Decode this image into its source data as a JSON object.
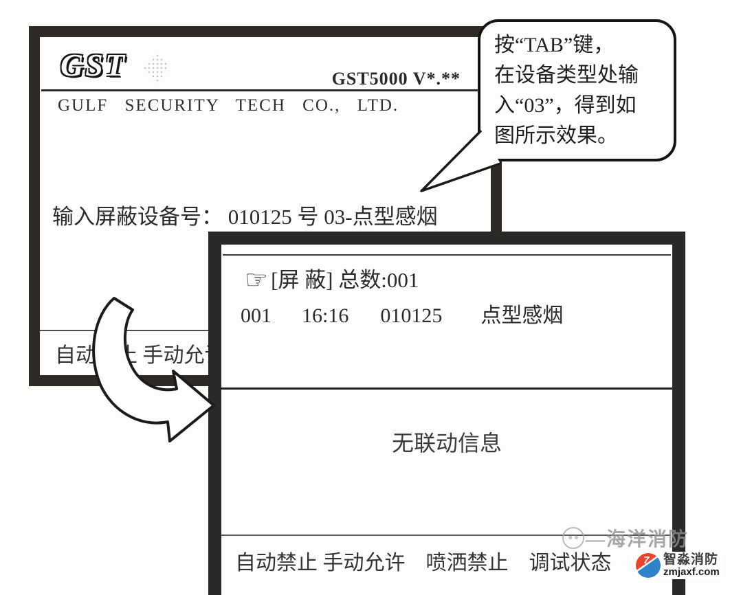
{
  "screen1": {
    "logo_text": "GST",
    "version": "GST5000  V*.**",
    "company": "GULF  SECURITY  TECH  CO., LTD.",
    "prompt": "输入屏蔽设备号： 010125 号 03-点型感烟",
    "status_bar": "自动禁止 手动允许 喷洒禁止 调试状态"
  },
  "callout": {
    "line1": "按“TAB”键，",
    "line2": "在设备类型处输",
    "line3": "入“03”，得到如",
    "line4": "图所示效果。"
  },
  "screen2": {
    "pointer_icon": "☞",
    "list_title": "[屏 蔽] 总数:001",
    "record": {
      "index": "001",
      "time": "16:16",
      "device": "010125",
      "type": "点型感烟"
    },
    "no_linkage": "无联动信息",
    "status_bar": "自动禁止 手动允许　喷洒禁止　调试状态"
  },
  "watermark": {
    "text": "—海洋消防"
  },
  "logo_badge": {
    "symbol": "7",
    "name": "智淼消防",
    "site": "zmjaxf.com"
  }
}
